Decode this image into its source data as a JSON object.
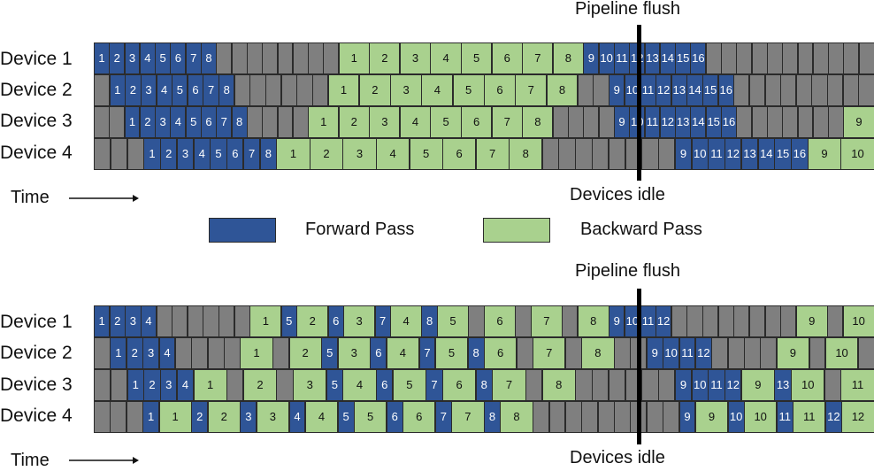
{
  "colors": {
    "forward": "#2f5597",
    "backward": "#a9d18e",
    "idle": "#7f7f7f"
  },
  "legend": {
    "forward_label": "Forward Pass",
    "backward_label": "Backward Pass"
  },
  "time_label": "Time",
  "flush_label": "Pipeline flush",
  "idle_label": "Devices idle",
  "devices": [
    "Device 1",
    "Device 2",
    "Device 3",
    "Device 4"
  ],
  "schedules": [
    {
      "id": "top",
      "rows": [
        [
          [
            "f",
            1
          ],
          [
            "f",
            2
          ],
          [
            "f",
            3
          ],
          [
            "f",
            4
          ],
          [
            "f",
            5
          ],
          [
            "f",
            6
          ],
          [
            "f",
            7
          ],
          [
            "f",
            8
          ],
          [
            "i"
          ],
          [
            "i"
          ],
          [
            "i"
          ],
          [
            "i"
          ],
          [
            "i"
          ],
          [
            "i"
          ],
          [
            "i"
          ],
          [
            "i"
          ],
          [
            "b",
            1
          ],
          [
            "b",
            2
          ],
          [
            "b",
            3
          ],
          [
            "b",
            4
          ],
          [
            "b",
            5
          ],
          [
            "b",
            6
          ],
          [
            "b",
            7
          ],
          [
            "b",
            8
          ],
          [
            "f",
            9
          ],
          [
            "f",
            10
          ],
          [
            "f",
            11
          ],
          [
            "f",
            12
          ],
          [
            "f",
            13
          ],
          [
            "f",
            14
          ],
          [
            "f",
            15
          ],
          [
            "f",
            16
          ],
          [
            "i"
          ],
          [
            "i"
          ],
          [
            "i"
          ],
          [
            "i"
          ],
          [
            "i"
          ],
          [
            "i"
          ],
          [
            "i"
          ],
          [
            "i"
          ],
          [
            "i"
          ],
          [
            "i"
          ],
          [
            "i"
          ]
        ],
        [
          [
            "i"
          ],
          [
            "f",
            1
          ],
          [
            "f",
            2
          ],
          [
            "f",
            3
          ],
          [
            "f",
            4
          ],
          [
            "f",
            5
          ],
          [
            "f",
            6
          ],
          [
            "f",
            7
          ],
          [
            "f",
            8
          ],
          [
            "i"
          ],
          [
            "i"
          ],
          [
            "i"
          ],
          [
            "i"
          ],
          [
            "i"
          ],
          [
            "i"
          ],
          [
            "b",
            1
          ],
          [
            "b",
            2
          ],
          [
            "b",
            3
          ],
          [
            "b",
            4
          ],
          [
            "b",
            5
          ],
          [
            "b",
            6
          ],
          [
            "b",
            7
          ],
          [
            "b",
            8
          ],
          [
            "i"
          ],
          [
            "i"
          ],
          [
            "f",
            9
          ],
          [
            "f",
            10
          ],
          [
            "f",
            11
          ],
          [
            "f",
            12
          ],
          [
            "f",
            13
          ],
          [
            "f",
            14
          ],
          [
            "f",
            15
          ],
          [
            "f",
            16
          ],
          [
            "i"
          ],
          [
            "i"
          ],
          [
            "i"
          ],
          [
            "i"
          ],
          [
            "i"
          ],
          [
            "i"
          ],
          [
            "i"
          ],
          [
            "i"
          ],
          [
            "i"
          ]
        ],
        [
          [
            "i"
          ],
          [
            "i"
          ],
          [
            "f",
            1
          ],
          [
            "f",
            2
          ],
          [
            "f",
            3
          ],
          [
            "f",
            4
          ],
          [
            "f",
            5
          ],
          [
            "f",
            6
          ],
          [
            "f",
            7
          ],
          [
            "f",
            8
          ],
          [
            "i"
          ],
          [
            "i"
          ],
          [
            "i"
          ],
          [
            "i"
          ],
          [
            "b",
            1
          ],
          [
            "b",
            2
          ],
          [
            "b",
            3
          ],
          [
            "b",
            4
          ],
          [
            "b",
            5
          ],
          [
            "b",
            6
          ],
          [
            "b",
            7
          ],
          [
            "b",
            8
          ],
          [
            "i"
          ],
          [
            "i"
          ],
          [
            "i"
          ],
          [
            "i"
          ],
          [
            "f",
            9
          ],
          [
            "f",
            10
          ],
          [
            "f",
            11
          ],
          [
            "f",
            12
          ],
          [
            "f",
            13
          ],
          [
            "f",
            14
          ],
          [
            "f",
            15
          ],
          [
            "f",
            16
          ],
          [
            "i"
          ],
          [
            "i"
          ],
          [
            "i"
          ],
          [
            "i"
          ],
          [
            "i"
          ],
          [
            "i"
          ],
          [
            "i"
          ],
          [
            "b",
            9
          ]
        ],
        [
          [
            "i"
          ],
          [
            "i"
          ],
          [
            "i"
          ],
          [
            "f",
            1
          ],
          [
            "f",
            2
          ],
          [
            "f",
            3
          ],
          [
            "f",
            4
          ],
          [
            "f",
            5
          ],
          [
            "f",
            6
          ],
          [
            "f",
            7
          ],
          [
            "f",
            8
          ],
          [
            "b",
            1
          ],
          [
            "b",
            2
          ],
          [
            "b",
            3
          ],
          [
            "b",
            4
          ],
          [
            "b",
            5
          ],
          [
            "b",
            6
          ],
          [
            "b",
            7
          ],
          [
            "b",
            8
          ],
          [
            "i"
          ],
          [
            "i"
          ],
          [
            "i"
          ],
          [
            "i"
          ],
          [
            "i"
          ],
          [
            "i"
          ],
          [
            "i"
          ],
          [
            "i"
          ],
          [
            "f",
            9
          ],
          [
            "f",
            10
          ],
          [
            "f",
            11
          ],
          [
            "f",
            12
          ],
          [
            "f",
            13
          ],
          [
            "f",
            14
          ],
          [
            "f",
            15
          ],
          [
            "f",
            16
          ],
          [
            "b",
            9
          ],
          [
            "b",
            10
          ]
        ]
      ]
    },
    {
      "id": "bottom",
      "rows": [
        [
          [
            "f",
            1
          ],
          [
            "f",
            2
          ],
          [
            "f",
            3
          ],
          [
            "f",
            4
          ],
          [
            "i"
          ],
          [
            "i"
          ],
          [
            "i"
          ],
          [
            "i"
          ],
          [
            "i"
          ],
          [
            "i"
          ],
          [
            "b",
            1
          ],
          [
            "f",
            5
          ],
          [
            "b",
            2
          ],
          [
            "f",
            6
          ],
          [
            "b",
            3
          ],
          [
            "f",
            7
          ],
          [
            "b",
            4
          ],
          [
            "f",
            8
          ],
          [
            "b",
            5
          ],
          [
            "i"
          ],
          [
            "b",
            6
          ],
          [
            "i"
          ],
          [
            "b",
            7
          ],
          [
            "i"
          ],
          [
            "b",
            8
          ],
          [
            "f",
            9
          ],
          [
            "f",
            10
          ],
          [
            "f",
            11
          ],
          [
            "f",
            12
          ],
          [
            "i"
          ],
          [
            "i"
          ],
          [
            "i"
          ],
          [
            "i"
          ],
          [
            "i"
          ],
          [
            "i"
          ],
          [
            "i"
          ],
          [
            "i"
          ],
          [
            "b",
            9
          ],
          [
            "i"
          ],
          [
            "b",
            10
          ]
        ],
        [
          [
            "i"
          ],
          [
            "f",
            1
          ],
          [
            "f",
            2
          ],
          [
            "f",
            3
          ],
          [
            "f",
            4
          ],
          [
            "i"
          ],
          [
            "i"
          ],
          [
            "i"
          ],
          [
            "i"
          ],
          [
            "b",
            1
          ],
          [
            "i"
          ],
          [
            "b",
            2
          ],
          [
            "f",
            5
          ],
          [
            "b",
            3
          ],
          [
            "f",
            6
          ],
          [
            "b",
            4
          ],
          [
            "f",
            7
          ],
          [
            "b",
            5
          ],
          [
            "f",
            8
          ],
          [
            "b",
            6
          ],
          [
            "i"
          ],
          [
            "b",
            7
          ],
          [
            "i"
          ],
          [
            "b",
            8
          ],
          [
            "i"
          ],
          [
            "i"
          ],
          [
            "f",
            9
          ],
          [
            "f",
            10
          ],
          [
            "f",
            11
          ],
          [
            "f",
            12
          ],
          [
            "i"
          ],
          [
            "i"
          ],
          [
            "i"
          ],
          [
            "i"
          ],
          [
            "b",
            9
          ],
          [
            "i"
          ],
          [
            "b",
            10
          ],
          [
            "i"
          ]
        ],
        [
          [
            "i"
          ],
          [
            "i"
          ],
          [
            "f",
            1
          ],
          [
            "f",
            2
          ],
          [
            "f",
            3
          ],
          [
            "f",
            4
          ],
          [
            "b",
            1
          ],
          [
            "i"
          ],
          [
            "b",
            2
          ],
          [
            "i"
          ],
          [
            "b",
            3
          ],
          [
            "f",
            5
          ],
          [
            "b",
            4
          ],
          [
            "f",
            6
          ],
          [
            "b",
            5
          ],
          [
            "f",
            7
          ],
          [
            "b",
            6
          ],
          [
            "f",
            8
          ],
          [
            "b",
            7
          ],
          [
            "i"
          ],
          [
            "b",
            8
          ],
          [
            "i"
          ],
          [
            "i"
          ],
          [
            "i"
          ],
          [
            "i"
          ],
          [
            "i"
          ],
          [
            "i"
          ],
          [
            "f",
            9
          ],
          [
            "f",
            10
          ],
          [
            "f",
            11
          ],
          [
            "f",
            12
          ],
          [
            "b",
            9
          ],
          [
            "f",
            13
          ],
          [
            "b",
            10
          ],
          [
            "i"
          ],
          [
            "b",
            11
          ]
        ],
        [
          [
            "i"
          ],
          [
            "i"
          ],
          [
            "i"
          ],
          [
            "f",
            1
          ],
          [
            "b",
            1
          ],
          [
            "f",
            2
          ],
          [
            "b",
            2
          ],
          [
            "f",
            3
          ],
          [
            "b",
            3
          ],
          [
            "f",
            4
          ],
          [
            "b",
            4
          ],
          [
            "f",
            5
          ],
          [
            "b",
            5
          ],
          [
            "f",
            6
          ],
          [
            "b",
            6
          ],
          [
            "f",
            7
          ],
          [
            "b",
            7
          ],
          [
            "f",
            8
          ],
          [
            "b",
            8
          ],
          [
            "i"
          ],
          [
            "i"
          ],
          [
            "i"
          ],
          [
            "i"
          ],
          [
            "i"
          ],
          [
            "i"
          ],
          [
            "i"
          ],
          [
            "i"
          ],
          [
            "i"
          ],
          [
            "f",
            9
          ],
          [
            "b",
            9
          ],
          [
            "f",
            10
          ],
          [
            "b",
            10
          ],
          [
            "f",
            11
          ],
          [
            "b",
            11
          ],
          [
            "f",
            12
          ],
          [
            "b",
            12
          ]
        ]
      ]
    }
  ]
}
